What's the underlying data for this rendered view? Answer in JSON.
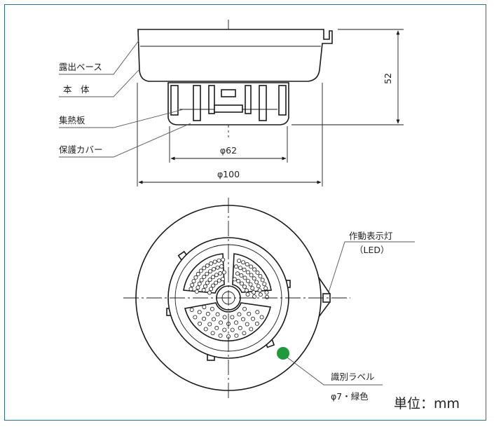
{
  "labels": {
    "exposed_base": "露出ベース",
    "body": "本　体",
    "heat_plate": "集熱板",
    "protective_cover": "保護カバー",
    "indicator_lamp": "作動表示灯",
    "led": "（LED）",
    "id_label": "識別ラベル",
    "id_label_spec": "φ7・緑色"
  },
  "dimensions": {
    "height": "52",
    "diameter_inner": "φ62",
    "diameter_outer": "φ100"
  },
  "unit": "単位：mm",
  "colors": {
    "frame_border": "#2f6f8f",
    "id_label_dot": "#1f9a3a"
  }
}
